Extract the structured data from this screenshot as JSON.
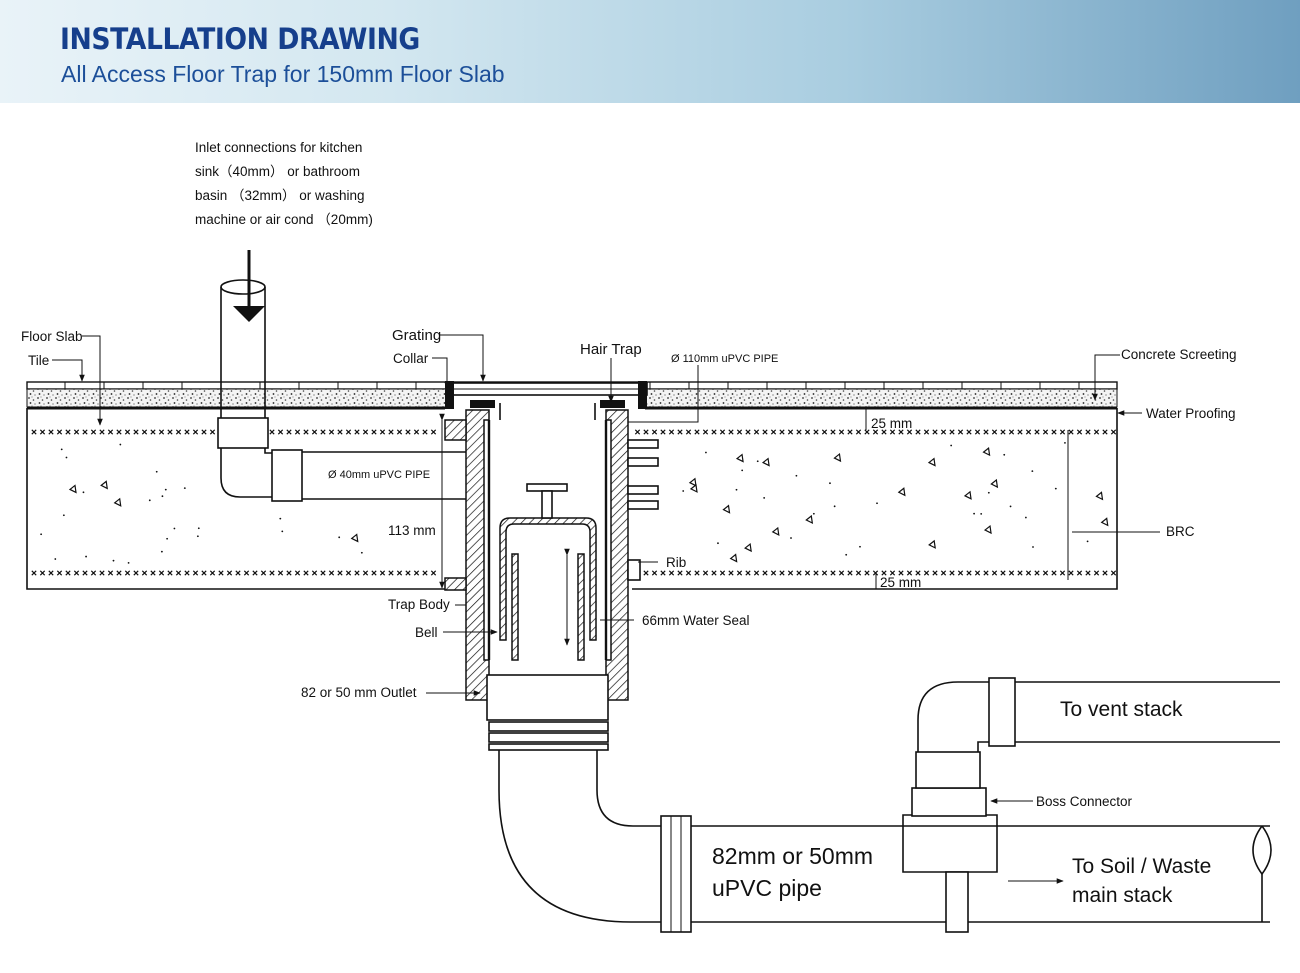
{
  "header": {
    "title": "INSTALLATION DRAWING",
    "subtitle": "All Access Floor Trap for 150mm Floor Slab"
  },
  "annotations": {
    "inlet_note": [
      "Inlet connections for kitchen",
      "sink（40mm） or bathroom",
      "basin （32mm） or washing",
      "machine or air cond （20mm)"
    ],
    "floor_slab": "Floor Slab",
    "tile": "Tile",
    "grating": "Grating",
    "collar": "Collar",
    "hair_trap": "Hair Trap",
    "pipe_110": "Ø 110mm uPVC PIPE",
    "concrete_screeting": "Concrete Screeting",
    "water_proofing": "Water Proofing",
    "dim_25_top": "25 mm",
    "pipe_40": "Ø 40mm uPVC PIPE",
    "brc": "BRC",
    "dim_113": "113 mm",
    "rib": "Rib",
    "dim_25_bottom": "25 mm",
    "trap_body": "Trap Body",
    "bell": "Bell",
    "water_seal": "66mm Water Seal",
    "outlet": "82 or 50 mm Outlet",
    "vent_stack": "To vent stack",
    "boss_connector": "Boss Connector",
    "pipe_main": [
      "82mm or 50mm",
      "uPVC pipe"
    ],
    "soil_stack": [
      "To Soil / Waste",
      "main stack"
    ]
  },
  "colors": {
    "title": "#163f8c",
    "subtitle": "#1c4f99",
    "header_gradient": [
      "#e9f3f8",
      "#6f9fc0"
    ],
    "line": "#111111"
  }
}
